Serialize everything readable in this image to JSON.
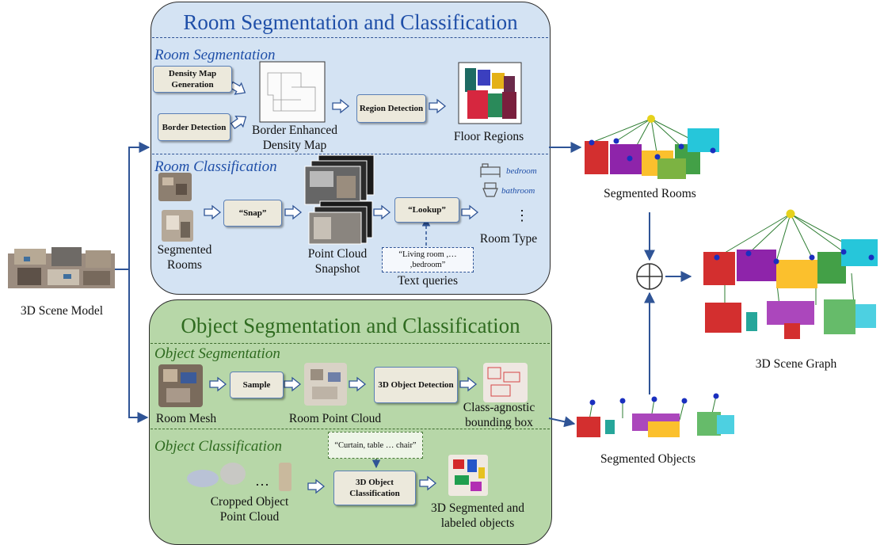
{
  "scene_model_label": "3D Scene Model",
  "room_panel": {
    "title": "Room Segmentation and Classification",
    "seg_title": "Room Segmentation",
    "density_box": "Density Map Generation",
    "border_box": "Border Detection",
    "density_map_label": "Border Enhanced Density Map",
    "region_box": "Region Detection",
    "floor_label": "Floor Regions",
    "cls_title": "Room Classification",
    "segmented_rooms_label": "Segmented Rooms",
    "snap_box": "“Snap”",
    "snapshot_label": "Point Cloud Snapshot",
    "lookup_box": "“Lookup”",
    "text_query": "“Living room ,… ,bedroom”",
    "text_queries_label": "Text queries",
    "room_type_label": "Room Type",
    "bedroom_label": "bedroom",
    "bathroom_label": "bathroom",
    "dots": "⋮"
  },
  "object_panel": {
    "title": "Object Segmentation and Classification",
    "seg_title": "Object Segmentation",
    "room_mesh_label": "Room Mesh",
    "sample_box": "Sample",
    "room_pc_label": "Room Point Cloud",
    "detection_box": "3D Object Detection",
    "bbox_label": "Class-agnostic bounding box",
    "cls_title": "Object Classification",
    "object_query": "“Curtain, table … chair”",
    "cropped_label": "Cropped Object Point Cloud",
    "ellipsis": "…",
    "classification_box": "3D Object Classification",
    "labeled_label": "3D Segmented and labeled objects"
  },
  "right": {
    "segmented_rooms": "Segmented Rooms",
    "segmented_objects": "Segmented Objects",
    "scene_graph": "3D Scene Graph"
  },
  "colors": {
    "panel_blue": "#d4e3f3",
    "panel_green": "#b7d7a8",
    "arrow": "#2f5496",
    "title_blue": "#1f4fa8",
    "title_green": "#2f6b20"
  }
}
